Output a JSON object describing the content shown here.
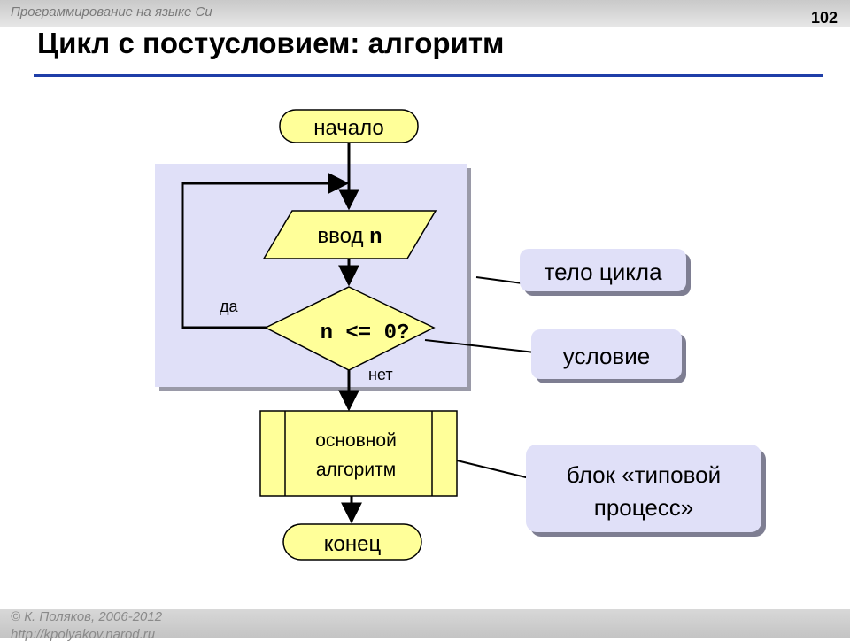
{
  "header": {
    "course": "Программирование на языке Си",
    "page_number": "102",
    "title": "Цикл с постусловием: алгоритм"
  },
  "flowchart": {
    "start": "начало",
    "input_prefix": "ввод ",
    "input_var": "n",
    "condition_var": "n",
    "condition_op": " <= 0",
    "condition_q": "?",
    "yes_label": "да",
    "no_label": "нет",
    "process_line1": "основной",
    "process_line2": "алгоритм",
    "end": "конец"
  },
  "callouts": {
    "loop_body": "тело цикла",
    "condition": "условие",
    "block_line1": "блок «типовой",
    "block_line2": "процесс»"
  },
  "colors": {
    "block_fill": "#ffff99",
    "region_fill": "#e0e0f8",
    "callout_fill": "#e0e0f8",
    "rule": "#1f3ea8"
  },
  "footer": {
    "copyright": "© К. Поляков, 2006-2012",
    "url": "http://kpolyakov.narod.ru"
  }
}
